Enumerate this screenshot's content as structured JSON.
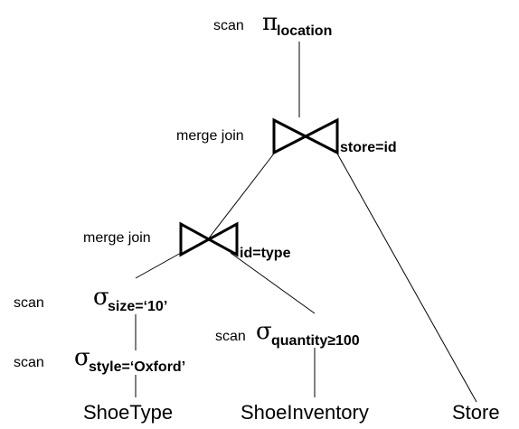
{
  "plan": {
    "projection": {
      "annotation": "scan",
      "symbol": "π",
      "subscript": "location"
    },
    "join_top": {
      "annotation": "merge join",
      "condition": "store=id"
    },
    "join_bottom": {
      "annotation": "merge join",
      "condition": "id=type"
    },
    "select_size": {
      "annotation": "scan",
      "symbol": "σ",
      "subscript": "size=‘10’"
    },
    "select_style": {
      "annotation": "scan",
      "symbol": "σ",
      "subscript": "style=‘Oxford’"
    },
    "select_quantity": {
      "annotation": "scan",
      "symbol": "σ",
      "subscript": "quantity≥100"
    },
    "relations": {
      "shoetype": "ShoeType",
      "shoeinventory": "ShoeInventory",
      "store": "Store"
    }
  }
}
